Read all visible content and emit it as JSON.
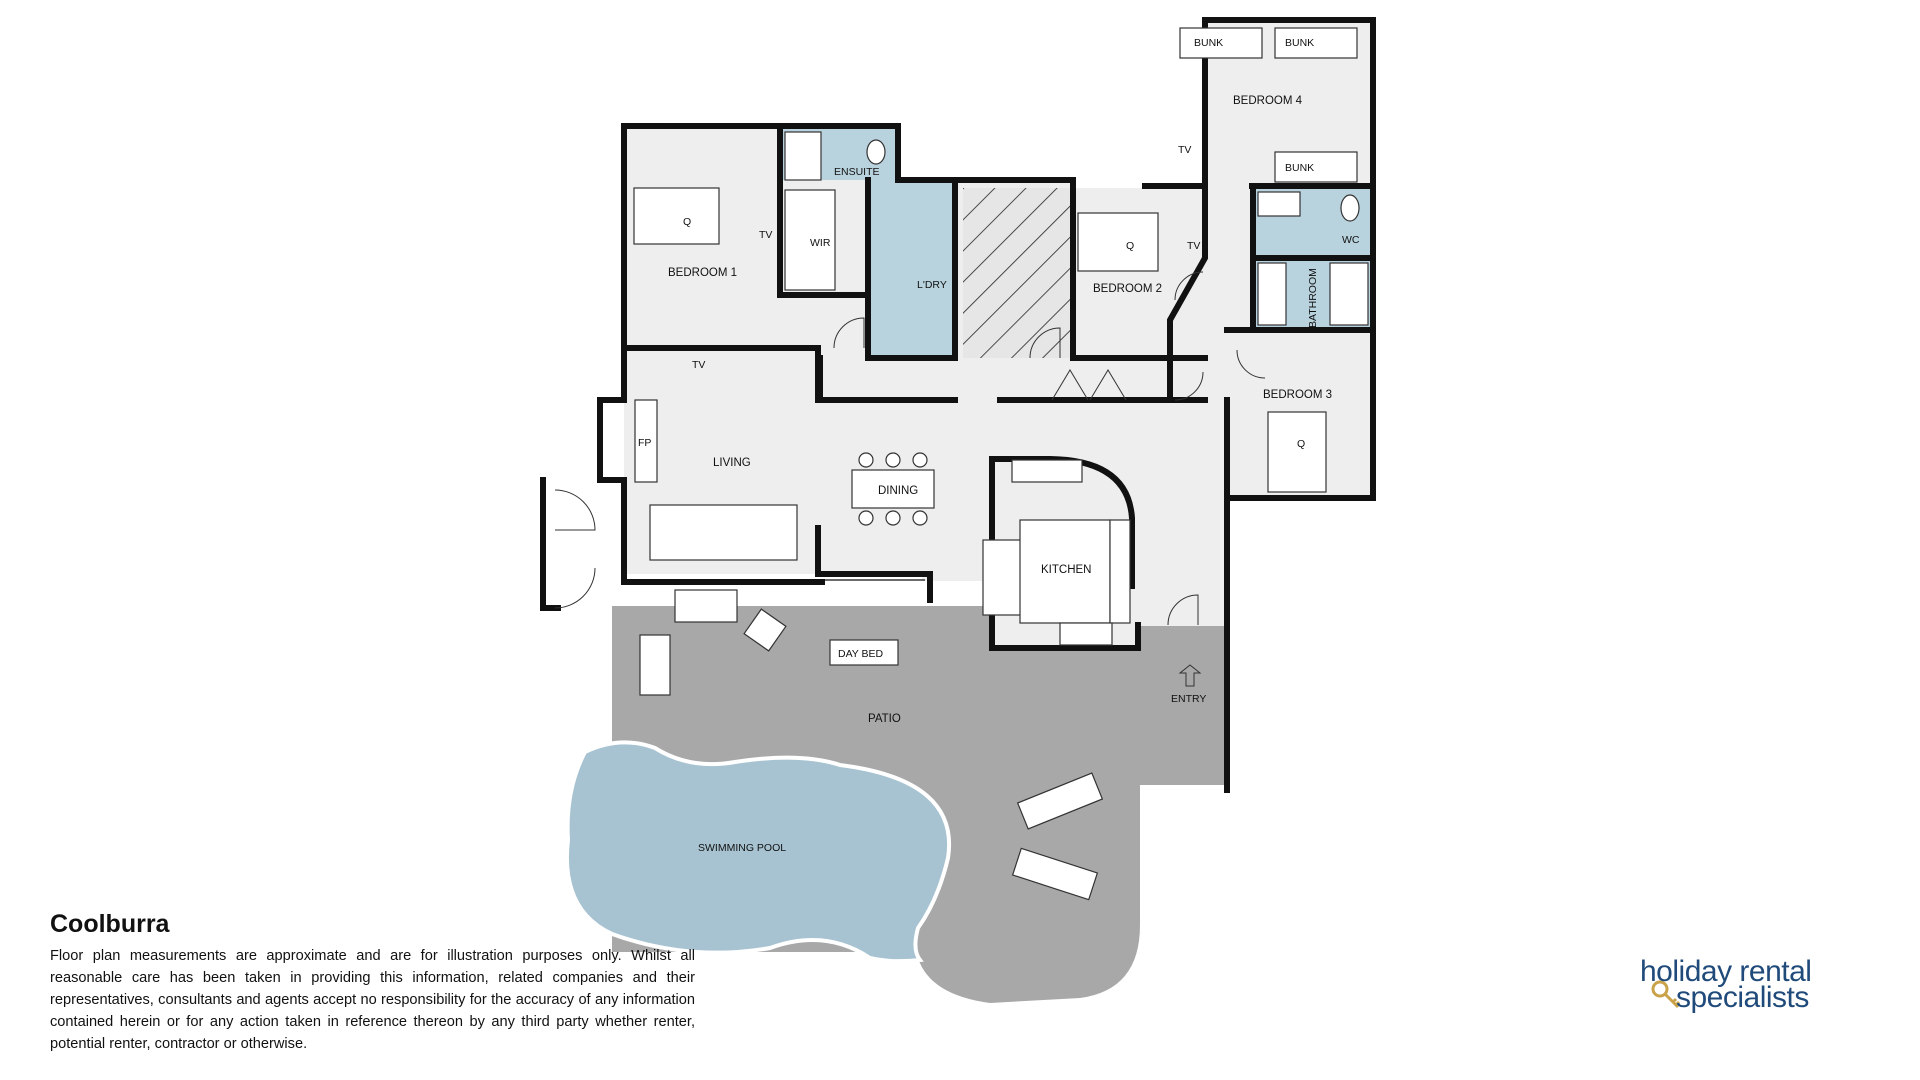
{
  "plan": {
    "title": "Coolburra",
    "disclaimer": "Floor plan measurements are approximate and are for illustration purposes only. Whilst all reasonable care has been taken in providing this information, related companies and their representatives, consultants and agents accept no responsibility for the accuracy of any information contained herein or for any action taken in reference thereon by any third party whether renter, potential renter, contractor or otherwise."
  },
  "rooms": {
    "bedroom1": "BEDROOM 1",
    "bedroom2": "BEDROOM 2",
    "bedroom3": "BEDROOM 3",
    "bedroom4": "BEDROOM 4",
    "ensuite": "ENSUITE",
    "wir": "WIR",
    "laundry": "L'DRY",
    "bathroom": "BATHROOM",
    "wc": "WC",
    "living": "LIVING",
    "dining": "DINING",
    "kitchen": "KITCHEN",
    "patio": "PATIO",
    "pool": "SWIMMING POOL",
    "entry": "ENTRY"
  },
  "fixtures": {
    "tv": "TV",
    "fp": "FP",
    "queen": "Q",
    "bunk": "BUNK",
    "day_bed": "DAY BED"
  },
  "logo": {
    "line1": "holiday rental",
    "line2": "specialists"
  },
  "colors": {
    "wall": "#111111",
    "floor": "#eeeeee",
    "wet_area": "#b9d3de",
    "outdoor": "#a8a8a8",
    "pool": "#a7c3d2",
    "brand": "#1f4a7a"
  }
}
